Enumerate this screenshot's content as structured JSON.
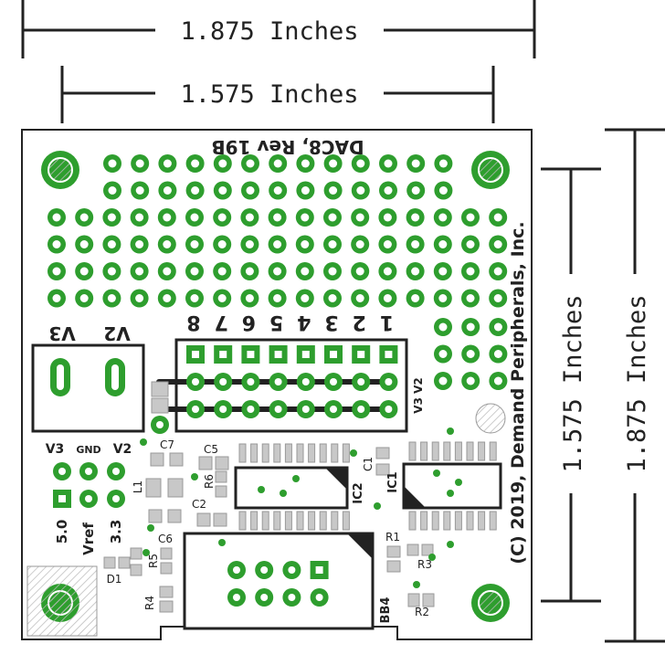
{
  "dimensions": {
    "width_outer": "1.875 Inches",
    "width_inner": "1.575 Inches",
    "height_inner": "1.575 Inches",
    "height_outer": "1.875 Inches"
  },
  "board": {
    "title": "DAC8, Rev 19B",
    "copyright": "(C) 2019, Demand Peripherals, Inc."
  },
  "header": {
    "pin_numbers": [
      "8",
      "7",
      "6",
      "5",
      "4",
      "3",
      "2",
      "1"
    ],
    "side_label": "V3 V2"
  },
  "power_jumper": {
    "labels_top": [
      "V3",
      "V2"
    ],
    "labels_pins": [
      "V3",
      "GND",
      "V2"
    ],
    "labels_bottom": [
      "5.0",
      "Vref",
      "3.3"
    ]
  },
  "components": {
    "C1": "C1",
    "C2": "C2",
    "C5": "C5",
    "C6": "C6",
    "C7": "C7",
    "L1": "L1",
    "R1": "R1",
    "R2": "R2",
    "R3": "R3",
    "R4": "R4",
    "R5": "R5",
    "R6": "R6",
    "D1": "D1",
    "IC1": "IC1",
    "IC2": "IC2",
    "BB4": "BB4"
  },
  "colors": {
    "pad": "#2e9e2e",
    "outline": "#222222",
    "smd": "#c8c8c8"
  }
}
